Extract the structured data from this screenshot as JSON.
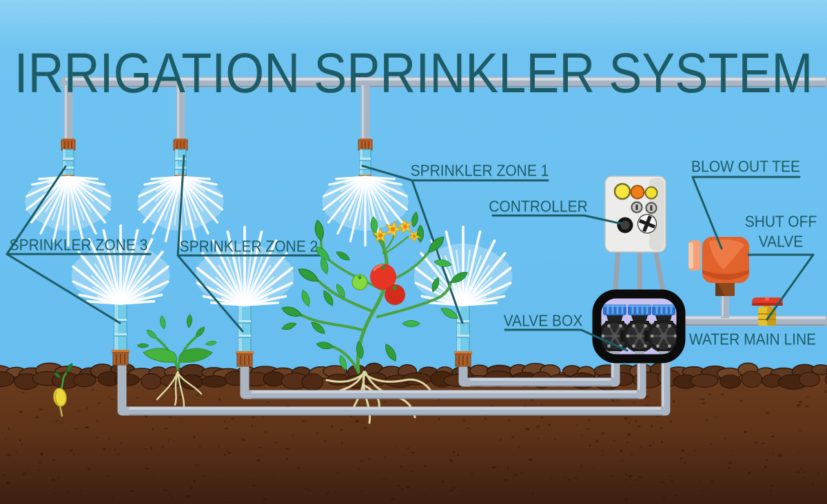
{
  "title": "IRRIGATION SPRINKLER SYSTEM",
  "labels": {
    "zone3": "SPRINKLER ZONE 3",
    "zone2": "SPRINKLER ZONE 2",
    "zone1": "SPRINKLER ZONE 1",
    "controller": "CONTROLLER",
    "valve_box": "VALVE BOX",
    "blow_out_tee": "BLOW OUT TEE",
    "shut_off_valve_line1": "SHUT OFF",
    "shut_off_valve_line2": "VALVE",
    "water_main_line": "WATER MAIN LINE"
  },
  "colors": {
    "sky_blue": "#6fc3f1",
    "label_teal": "#1d5c66",
    "pipe_gray": "#aab5c3",
    "soil_brown": "#5f3419",
    "rock_brown": "#4e2a14",
    "sprinkler_cyan": "#72cbe9",
    "fitting_copper": "#b9622a",
    "water_white": "#ffffff",
    "controller_body": "#ececea",
    "valve_box_inner": "#c9c2f0",
    "valve_cap_blue": "#2a72cc",
    "tee_orange": "#e2622b",
    "tee_tab_salmon": "#f2a179",
    "shutoff_yellow": "#e8c02a",
    "handle_red": "#e03c2a",
    "leaf_green": "#2f9e38",
    "tomato_red": "#e63524",
    "flower_yellow": "#f6d32a",
    "root_beige": "#ddd9a2"
  }
}
